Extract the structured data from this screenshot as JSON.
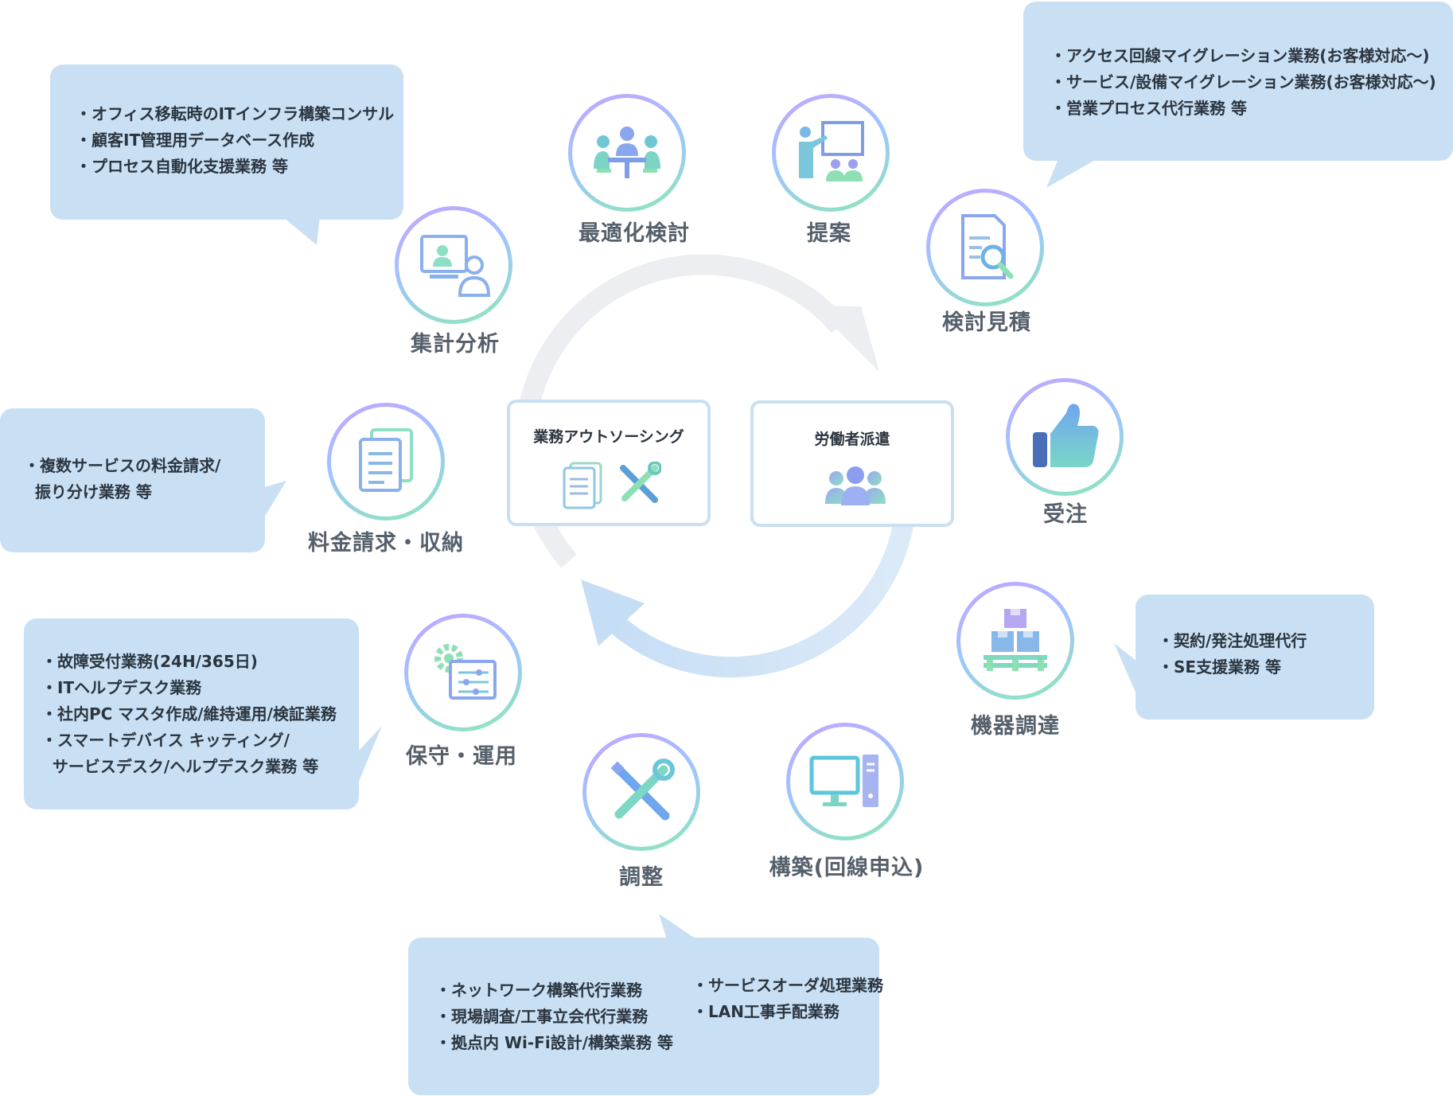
{
  "center": {
    "outsourcing": {
      "title": "業務アウトソーシング",
      "icons": [
        "document-icon",
        "tools-icon"
      ]
    },
    "dispatch": {
      "title": "労働者派遣",
      "icons": [
        "people-icon"
      ]
    }
  },
  "nodes": {
    "optimization": {
      "label": "最適化検討",
      "icon": "meeting-icon"
    },
    "proposal": {
      "label": "提案",
      "icon": "presentation-icon"
    },
    "estimate": {
      "label": "検討見積",
      "icon": "search-document-icon"
    },
    "order": {
      "label": "受注",
      "icon": "thumbs-up-icon"
    },
    "procurement": {
      "label": "機器調達",
      "icon": "boxes-icon"
    },
    "construction": {
      "label": "構築(回線申込)",
      "icon": "computer-icon"
    },
    "adjustment": {
      "label": "調整",
      "icon": "tools-icon"
    },
    "maintenance": {
      "label": "保守・運用",
      "icon": "gear-settings-icon"
    },
    "billing": {
      "label": "料金請求・収納",
      "icon": "documents-icon"
    },
    "analysis": {
      "label": "集計分析",
      "icon": "monitor-user-icon"
    }
  },
  "bubbles": {
    "analysis": [
      "・オフィス移転時のITインフラ構築コンサル",
      "・顧客IT管理用データベース作成",
      "・プロセス自動化支援業務 等"
    ],
    "estimate": [
      "・アクセス回線マイグレーション業務(お客様対応〜)",
      "・サービス/設備マイグレーション業務(お客様対応〜)",
      "・営業プロセス代行業務 等"
    ],
    "billing": [
      "・複数サービスの料金請求/",
      "  振り分け業務 等"
    ],
    "procurement": [
      "・契約/発注処理代行",
      "・SE支援業務 等"
    ],
    "maintenance": [
      "・故障受付業務(24H/365日)",
      "・ITヘルプデスク業務",
      "・社内PC マスタ作成/維持運用/検証業務",
      "・スマートデバイス キッティング/",
      "  サービスデスク/ヘルプデスク業務 等"
    ],
    "adjustment_left": [
      "・ネットワーク構築代行業務",
      "・現場調査/工事立会代行業務",
      "・拠点内 Wi-Fi設計/構築業務 等"
    ],
    "adjustment_right": [
      "・サービスオーダ処理業務",
      "・LAN工事手配業務"
    ]
  },
  "colors": {
    "bubble": "#c9e0f4",
    "ring_start": "#c7a2ff",
    "ring_end": "#8ee8b8",
    "arrow_top": "#eceef1",
    "arrow_bottom": "#cfe3f6"
  }
}
